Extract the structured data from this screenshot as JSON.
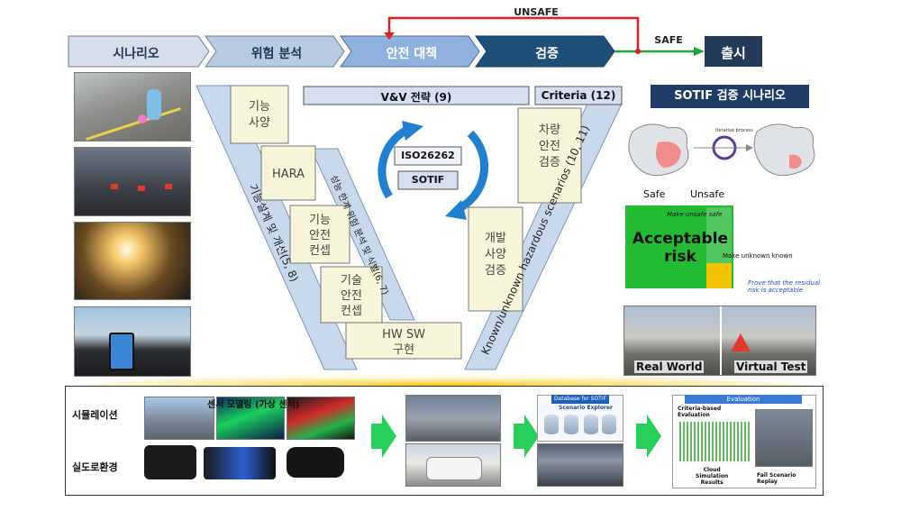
{
  "process": {
    "steps": [
      "시나리오",
      "위험 분석",
      "안전 대책",
      "검증"
    ],
    "release": "출시",
    "unsafe_label": "UNSAFE",
    "safe_label": "SAFE"
  },
  "vmodel": {
    "left_boxes": [
      "기능\n사양",
      "HARA",
      "기능\n안전\n컨셉",
      "기술\n안전\n컨셉"
    ],
    "bottom_box": "HW SW\n구현",
    "right_boxes": [
      "차량\n안전\n검증",
      "개발\n사양\n검증"
    ],
    "left_outer_label": "기능설계 및 개선(5, 8)",
    "left_inner_label": "성능 한계 위험 분석 및 식별(6, 7)",
    "right_outer_label": "Known/unknown hazardous scenarios (10, 11)",
    "vv_strategy": "V&V 전략 (9)",
    "criteria": "Criteria (12)",
    "iso": "ISO26262",
    "sotif": "SOTIF"
  },
  "sotif_panel": {
    "title": "SOTIF 검증 시나리오",
    "safe": "Safe",
    "unsafe": "Unsafe",
    "make_unsafe_safe": "Make unsafe safe",
    "acceptable_risk": "Acceptable\nrisk",
    "make_unknown_known": "Make unknown known",
    "prove": "Prove that the residual\nrisk is acceptable",
    "real_world": "Real World",
    "virtual_test": "Virtual Test",
    "iteration_label": "Iterative process"
  },
  "bottom": {
    "row1_label": "시뮬레이션",
    "row2_label": "실도로환경",
    "sensor_caption": "센서 모델링 (가상 센서)",
    "database_title": "Database for SOTIF",
    "scenario_explorer": "Scenario Explorer",
    "evaluation_title": "Evaluation",
    "criteria_based": "Criteria-based\nEvaluation",
    "cloud_sim": "Cloud\nSimulation\nResults",
    "fail_replay": "Fail Scenario\nReplay"
  },
  "colors": {
    "step_light": "#d6dee9",
    "step_mid": "#b9cbe3",
    "step_blue": "#8fb1dd",
    "step_dark": "#1f4e79",
    "release": "#243a59",
    "unsafe_arrow": "#e02020",
    "safe_arrow": "#22a33a",
    "vmodel_fill": "#c9d9ec",
    "box_fill": "#f7f5d9",
    "acceptable_green": "#22bb33"
  }
}
